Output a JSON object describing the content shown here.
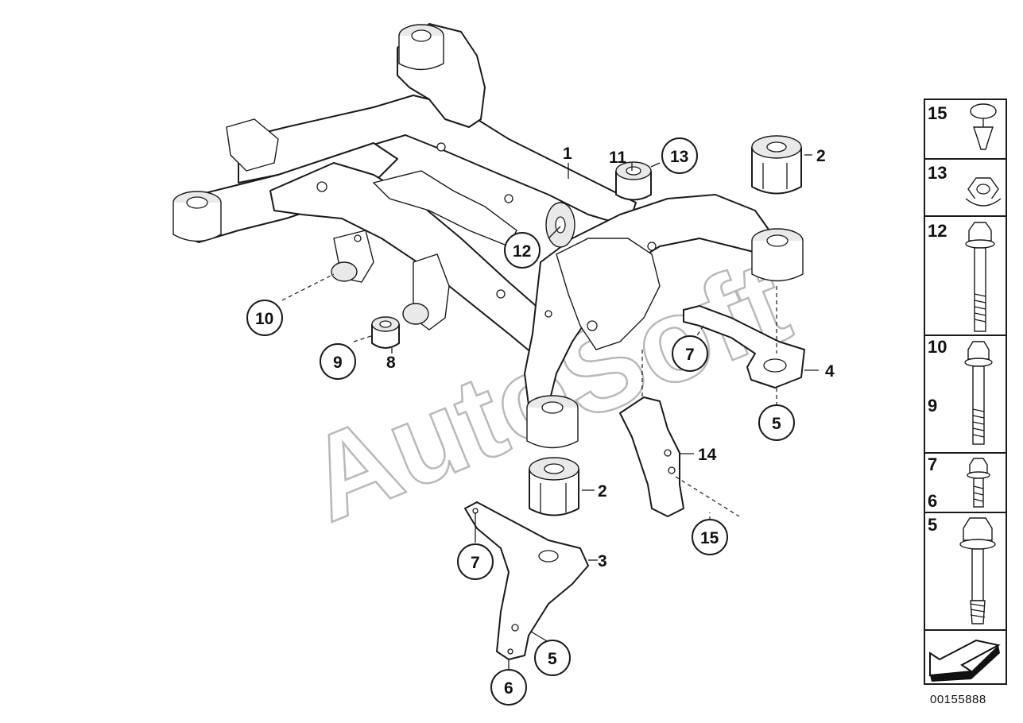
{
  "watermark": "AutoSoft",
  "callouts": {
    "c1": "1",
    "c2a": "2",
    "c2b": "2",
    "c3": "3",
    "c4": "4",
    "c5a": "5",
    "c5b": "5",
    "c6": "6",
    "c7a": "7",
    "c7b": "7",
    "c8": "8",
    "c9": "9",
    "c10": "10",
    "c11": "11",
    "c12": "12",
    "c13": "13",
    "c14": "14",
    "c15": "15"
  },
  "legend": {
    "items": [
      {
        "labels": [
          "15"
        ],
        "icon": "push-rivet-icon"
      },
      {
        "labels": [
          "13"
        ],
        "icon": "collar-nut-icon"
      },
      {
        "labels": [
          "12"
        ],
        "icon": "hex-flange-bolt-icon"
      },
      {
        "labels": [
          "10",
          "9"
        ],
        "icon": "hex-flange-bolt-icon"
      },
      {
        "labels": [
          "7",
          "6"
        ],
        "icon": "short-hex-bolt-icon"
      },
      {
        "labels": [
          "5"
        ],
        "icon": "hex-flange-bolt-icon"
      },
      {
        "labels": [],
        "icon": "direction-arrow-icon"
      }
    ]
  },
  "reference_number": "00155888"
}
